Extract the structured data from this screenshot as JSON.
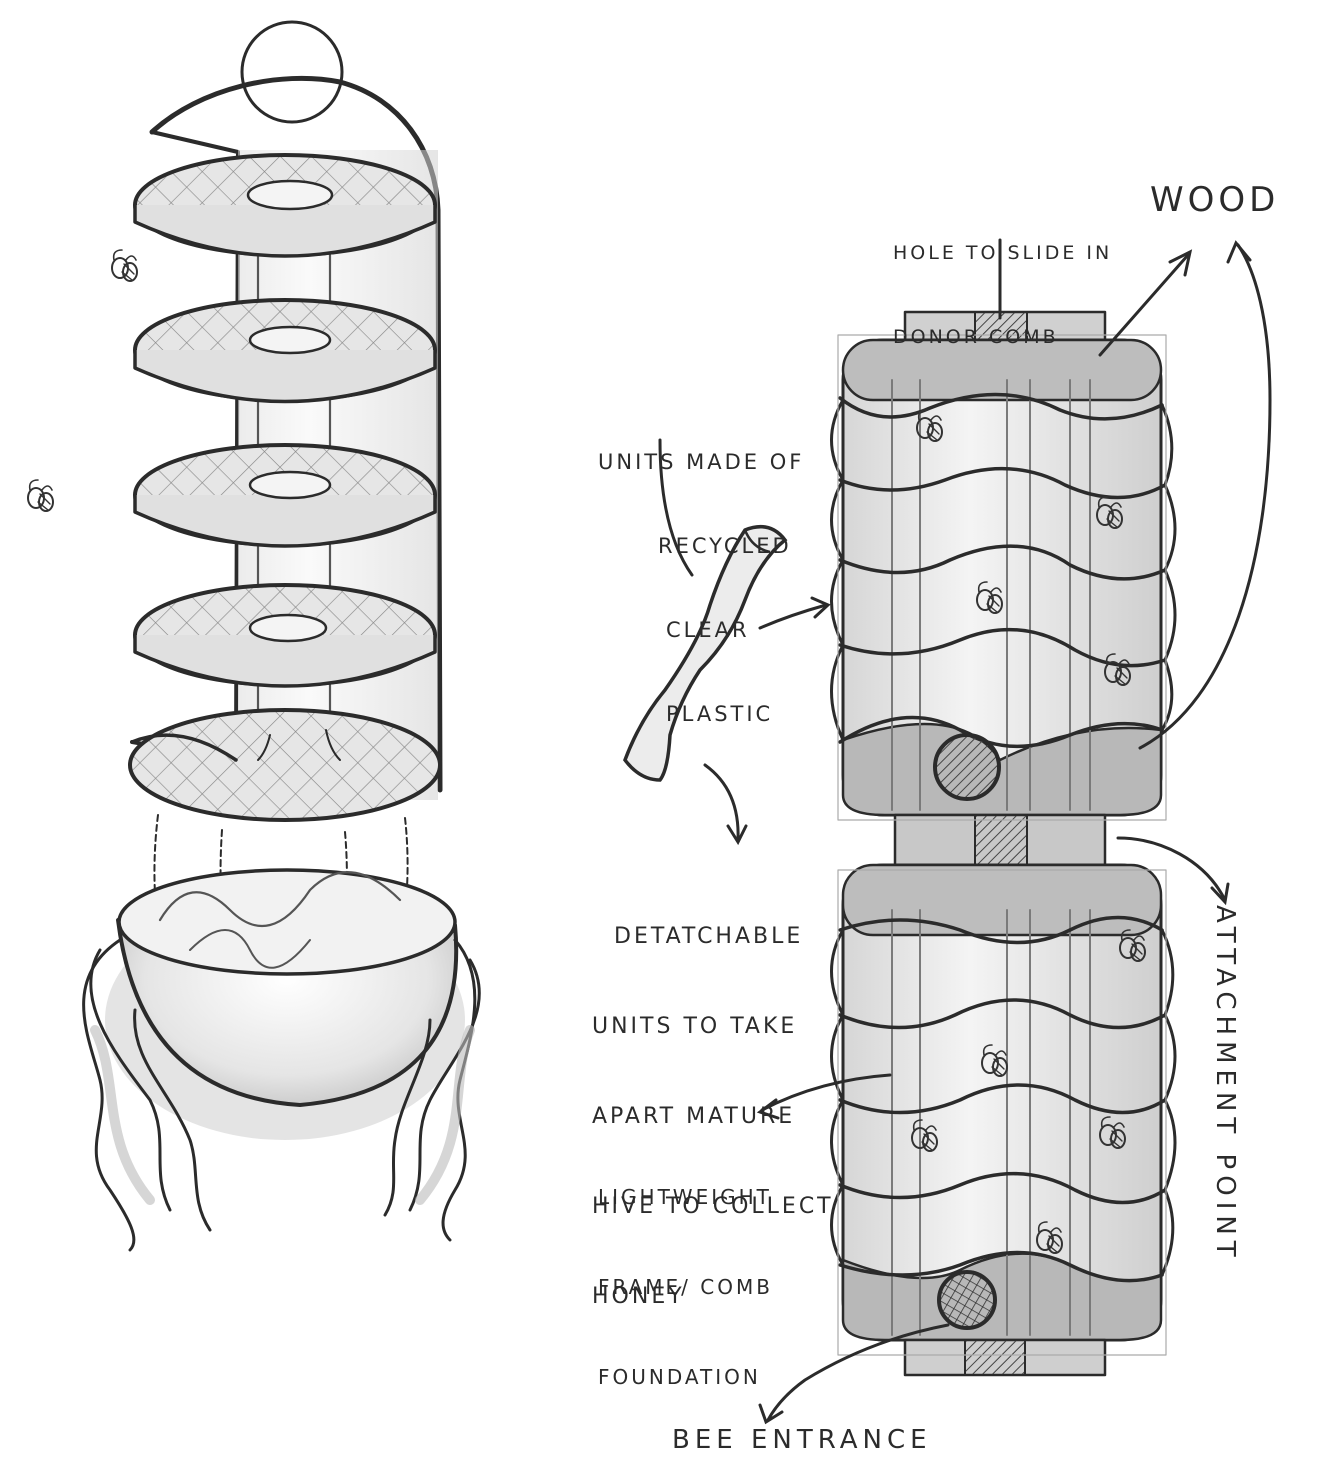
{
  "labels": {
    "hole": [
      "HOLE TO SLIDE IN",
      "DONOR COMB"
    ],
    "wood": "WOOD",
    "units": [
      "UNITS MADE OF",
      "RECYCLED",
      "CLEAR",
      "PLASTIC"
    ],
    "detachable": [
      "DETATCHABLE",
      "UNITS TO TAKE",
      "APART MATURE",
      "HIVE TO COLLECT",
      "HONEY"
    ],
    "frame": [
      "LIGHTWEIGHT",
      "FRAME/ COMB",
      "FOUNDATION"
    ],
    "attachment": "ATTACHMENT POINT",
    "entrance": "BEE ENTRANCE"
  },
  "colors": {
    "ink": "#2b2b2b",
    "plastic": "#eeeeee",
    "wood": "#b9b9b9",
    "shadow": "#c8c8c8"
  }
}
